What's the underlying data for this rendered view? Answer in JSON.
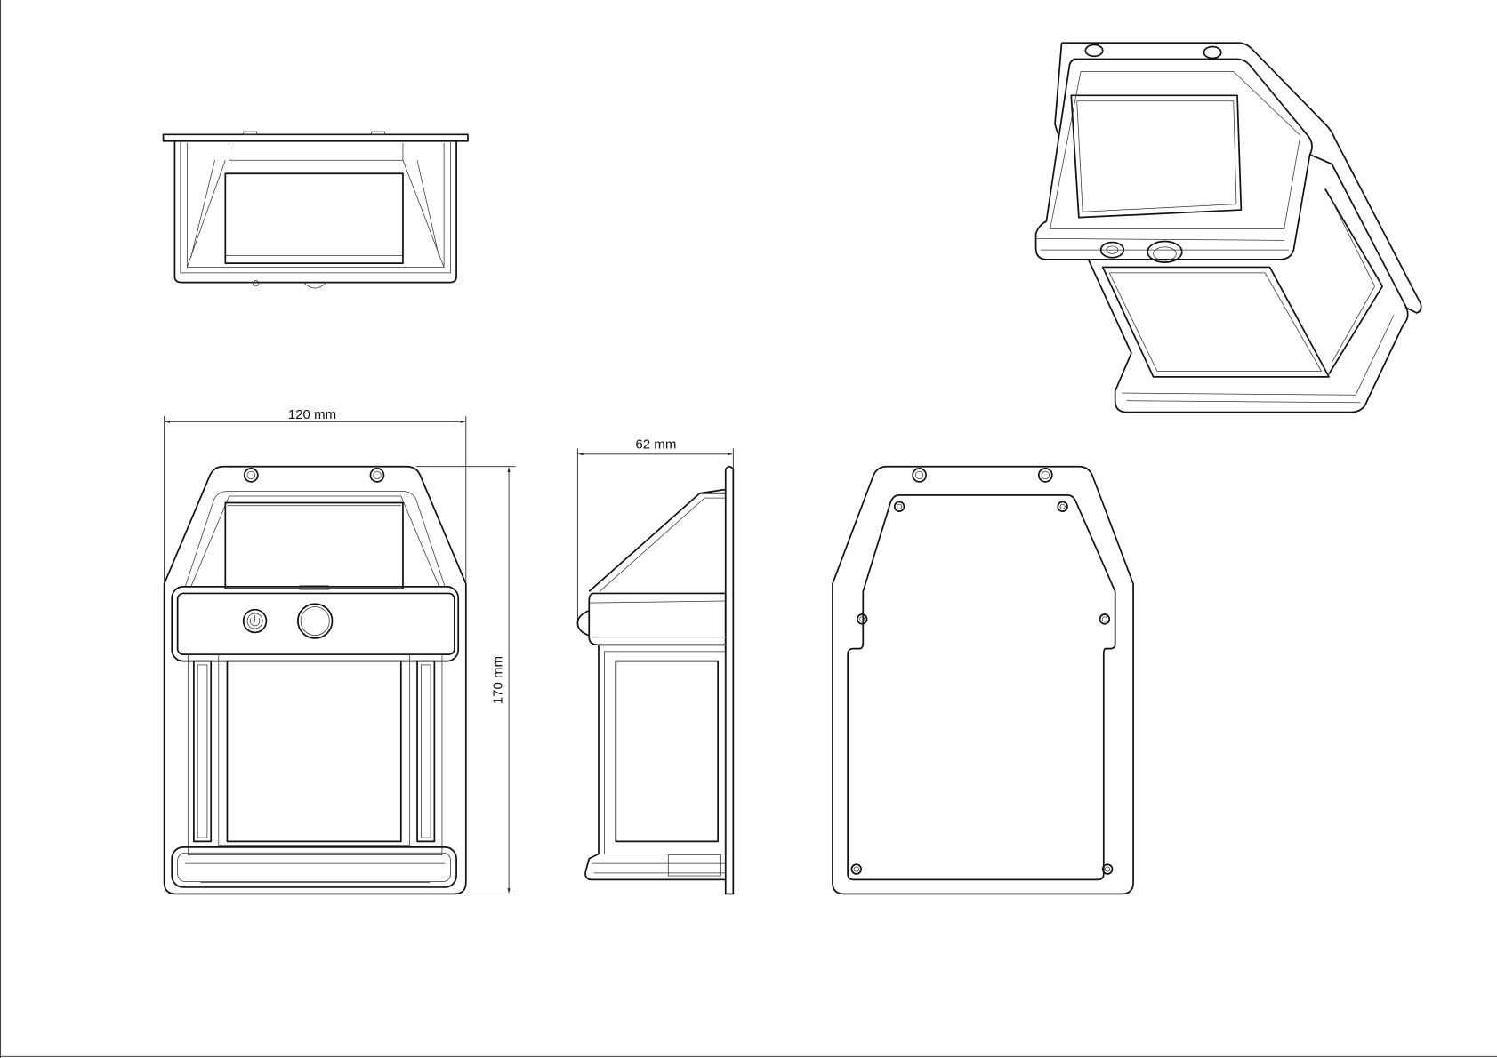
{
  "drawing": {
    "title": "Solar wall light technical drawing",
    "dimensions": {
      "width": "120 mm",
      "height": "170 mm",
      "depth": "62 mm"
    },
    "views": [
      "top",
      "isometric",
      "front",
      "side",
      "back"
    ]
  }
}
